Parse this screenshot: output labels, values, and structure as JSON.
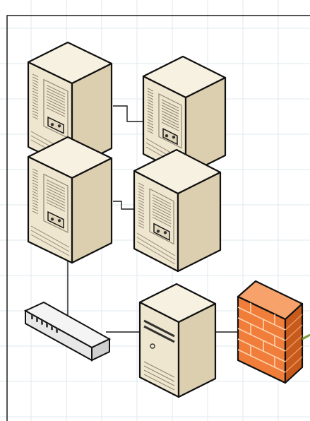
{
  "canvas": {
    "background": "#ffffff",
    "grid_color": "#dfe8ef",
    "page_border_color": "#1a1a1a"
  },
  "colors": {
    "server_front": "#efe6d0",
    "server_side": "#dccfb0",
    "server_top": "#f7f1e2",
    "outline": "#111111",
    "vent": "#8f8672",
    "connector": "#1a1a1a",
    "firewall_front": "#f07e3a",
    "firewall_side": "#c85a1c",
    "firewall_top": "#f6a26a",
    "switch_body": "#f4f4f4",
    "switch_port": "#444444",
    "cable_green": "#7a9a3a"
  },
  "nodes": [
    {
      "id": "server-tower-1",
      "icon": "server-tower-icon"
    },
    {
      "id": "server-tower-2",
      "icon": "server-tower-icon"
    },
    {
      "id": "server-tower-3",
      "icon": "server-tower-icon"
    },
    {
      "id": "server-tower-4",
      "icon": "server-tower-icon"
    },
    {
      "id": "network-switch",
      "icon": "network-switch-icon"
    },
    {
      "id": "server",
      "icon": "server-icon"
    },
    {
      "id": "firewall",
      "icon": "firewall-icon"
    }
  ],
  "edges": [
    {
      "from": "server-tower-1",
      "to": "server-tower-2"
    },
    {
      "from": "server-tower-3",
      "to": "server-tower-4"
    },
    {
      "from": "server-tower-3",
      "to": "network-switch"
    },
    {
      "from": "network-switch",
      "to": "server"
    },
    {
      "from": "server",
      "to": "firewall"
    }
  ]
}
